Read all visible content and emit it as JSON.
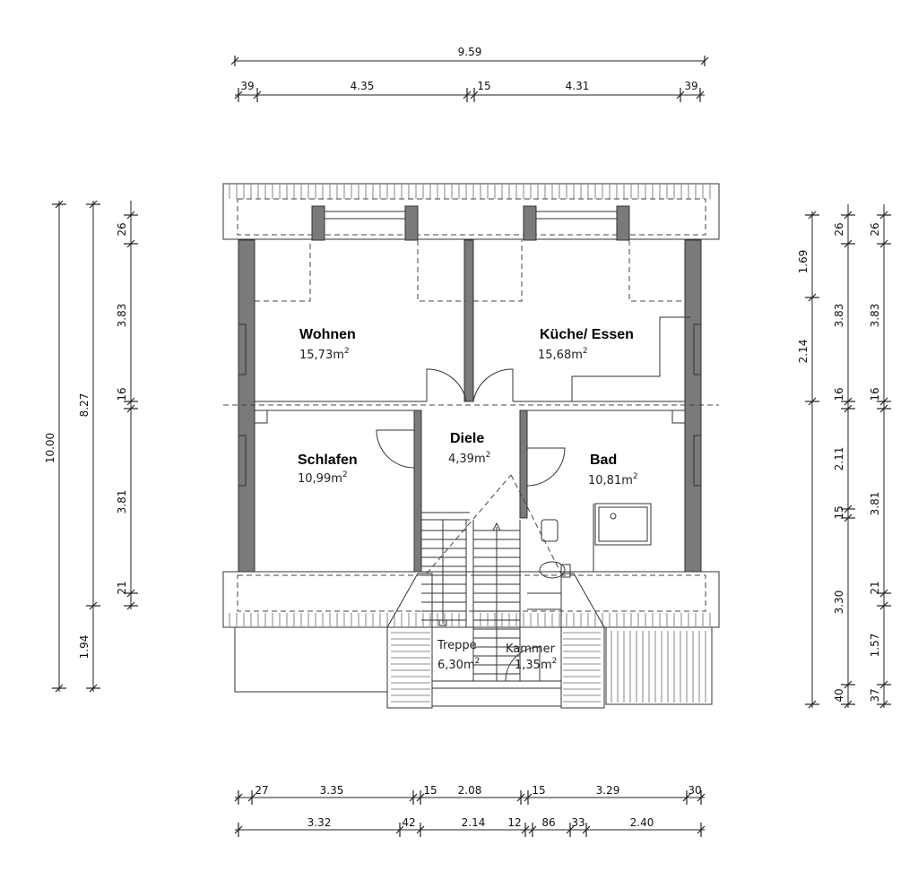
{
  "rooms": {
    "wohnen": {
      "name": "Wohnen",
      "area": "15,73m",
      "exp": "2"
    },
    "kueche": {
      "name": "Küche/ Essen",
      "area": "15,68m",
      "exp": "2"
    },
    "schlafen": {
      "name": "Schlafen",
      "area": "10,99m",
      "exp": "2"
    },
    "diele": {
      "name": "Diele",
      "area": "4,39m",
      "exp": "2"
    },
    "bad": {
      "name": "Bad",
      "area": "10,81m",
      "exp": "2"
    },
    "treppe": {
      "name": "Treppe",
      "area": "6,30m",
      "exp": "2"
    },
    "kammer": {
      "name": "Kammer",
      "area": "1,35m",
      "exp": "2"
    }
  },
  "dimensions": {
    "top_overall": "9.59",
    "top_row": [
      "39",
      "4.35",
      "15",
      "4.31",
      "39"
    ],
    "bottom_row1": [
      "27",
      "3.35",
      "15",
      "2.08",
      "15",
      "3.29",
      "30"
    ],
    "bottom_row2": [
      "3.32",
      "42",
      "2.14",
      "12",
      "86",
      "33",
      "2.40"
    ],
    "left_outer": "10.00",
    "left_mid": [
      "8.27",
      "1.94"
    ],
    "left_inner": [
      "26",
      "3.83",
      "16",
      "3.81",
      "21"
    ],
    "right_a": [
      "1.69",
      "2.14",
      "16",
      "2.11",
      "15",
      "3.30",
      "40"
    ],
    "right_b": [
      "26",
      "3.83",
      "16",
      "3.81",
      "21",
      "1.57",
      "37"
    ]
  }
}
